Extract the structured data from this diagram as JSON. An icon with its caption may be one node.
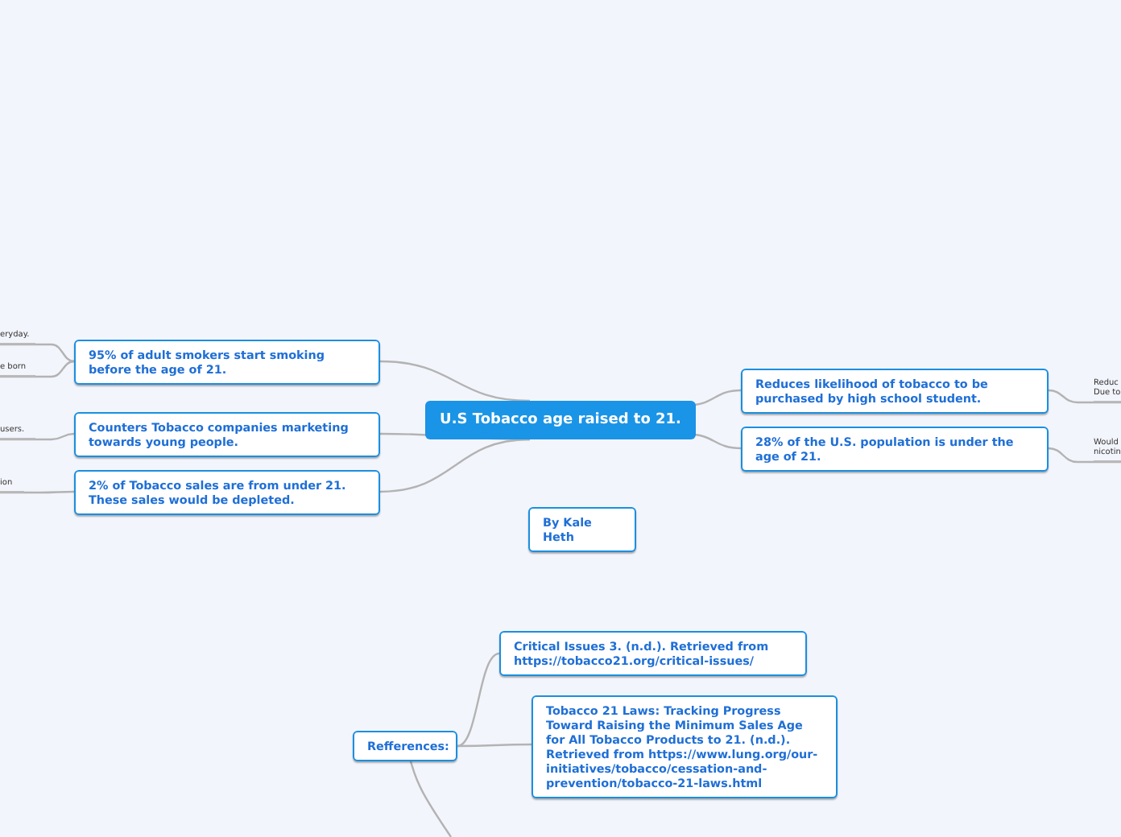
{
  "diagram": {
    "nodes": [
      {
        "text": [
          "U.S Tobacco age raised to 21."
        ]
      },
      {
        "text": [
          "95% of adult smokers start smoking before the age of 21."
        ]
      },
      {
        "text": [
          "Counters Tobacco companies marketing towards young people."
        ]
      },
      {
        "text": [
          "2% of Tobacco sales are from under 21. These sales would be depleted."
        ]
      },
      {
        "text": [
          "Reduces likelihood of tobacco to be purchased by high school student."
        ]
      },
      {
        "text": [
          "28% of the U.S. population is under the age of 21."
        ]
      },
      {
        "text": [
          "By Kale Heth"
        ]
      },
      {
        "text": [
          "Refferences:"
        ]
      },
      {
        "text": [
          "Critical Issues 3. (n.d.). Retrieved from https://tobacco21.org/critical-issues/"
        ]
      },
      {
        "text": [
          "Tobacco 21 Laws: Tracking Progress Toward Raising the Minimum Sales Age for All Tobacco Products to 21. (n.d.). Retrieved from https://www.lung.org/our-initiatives/tobacco/cessation-and-prevention/tobacco-21-laws.html"
        ]
      },
      {
        "text": [
          "eryday."
        ]
      },
      {
        "text": [
          "e born"
        ]
      },
      {
        "text": [
          "users."
        ]
      },
      {
        "text": [
          "ion"
        ]
      },
      {
        "text": [
          "Reduc Due to"
        ]
      },
      {
        "text": [
          "Would nicotin"
        ]
      }
    ],
    "edges": [
      {
        "from": 0,
        "to": 1,
        "arrow": "none"
      },
      {
        "from": 0,
        "to": 2,
        "arrow": "none"
      },
      {
        "from": 0,
        "to": 3,
        "arrow": "none"
      },
      {
        "from": 0,
        "to": 4,
        "arrow": "none"
      },
      {
        "from": 0,
        "to": 5,
        "arrow": "none"
      },
      {
        "from": 1,
        "to": 10,
        "arrow": "none"
      },
      {
        "from": 1,
        "to": 11,
        "arrow": "none"
      },
      {
        "from": 2,
        "to": 12,
        "arrow": "none"
      },
      {
        "from": 3,
        "to": 13,
        "arrow": "none"
      },
      {
        "from": 4,
        "to": 14,
        "arrow": "none"
      },
      {
        "from": 5,
        "to": 15,
        "arrow": "none"
      },
      {
        "from": 7,
        "to": 8,
        "arrow": "none"
      },
      {
        "from": 7,
        "to": 9,
        "arrow": "none"
      },
      {
        "from": 7,
        "to": null,
        "arrow": "none"
      }
    ]
  }
}
